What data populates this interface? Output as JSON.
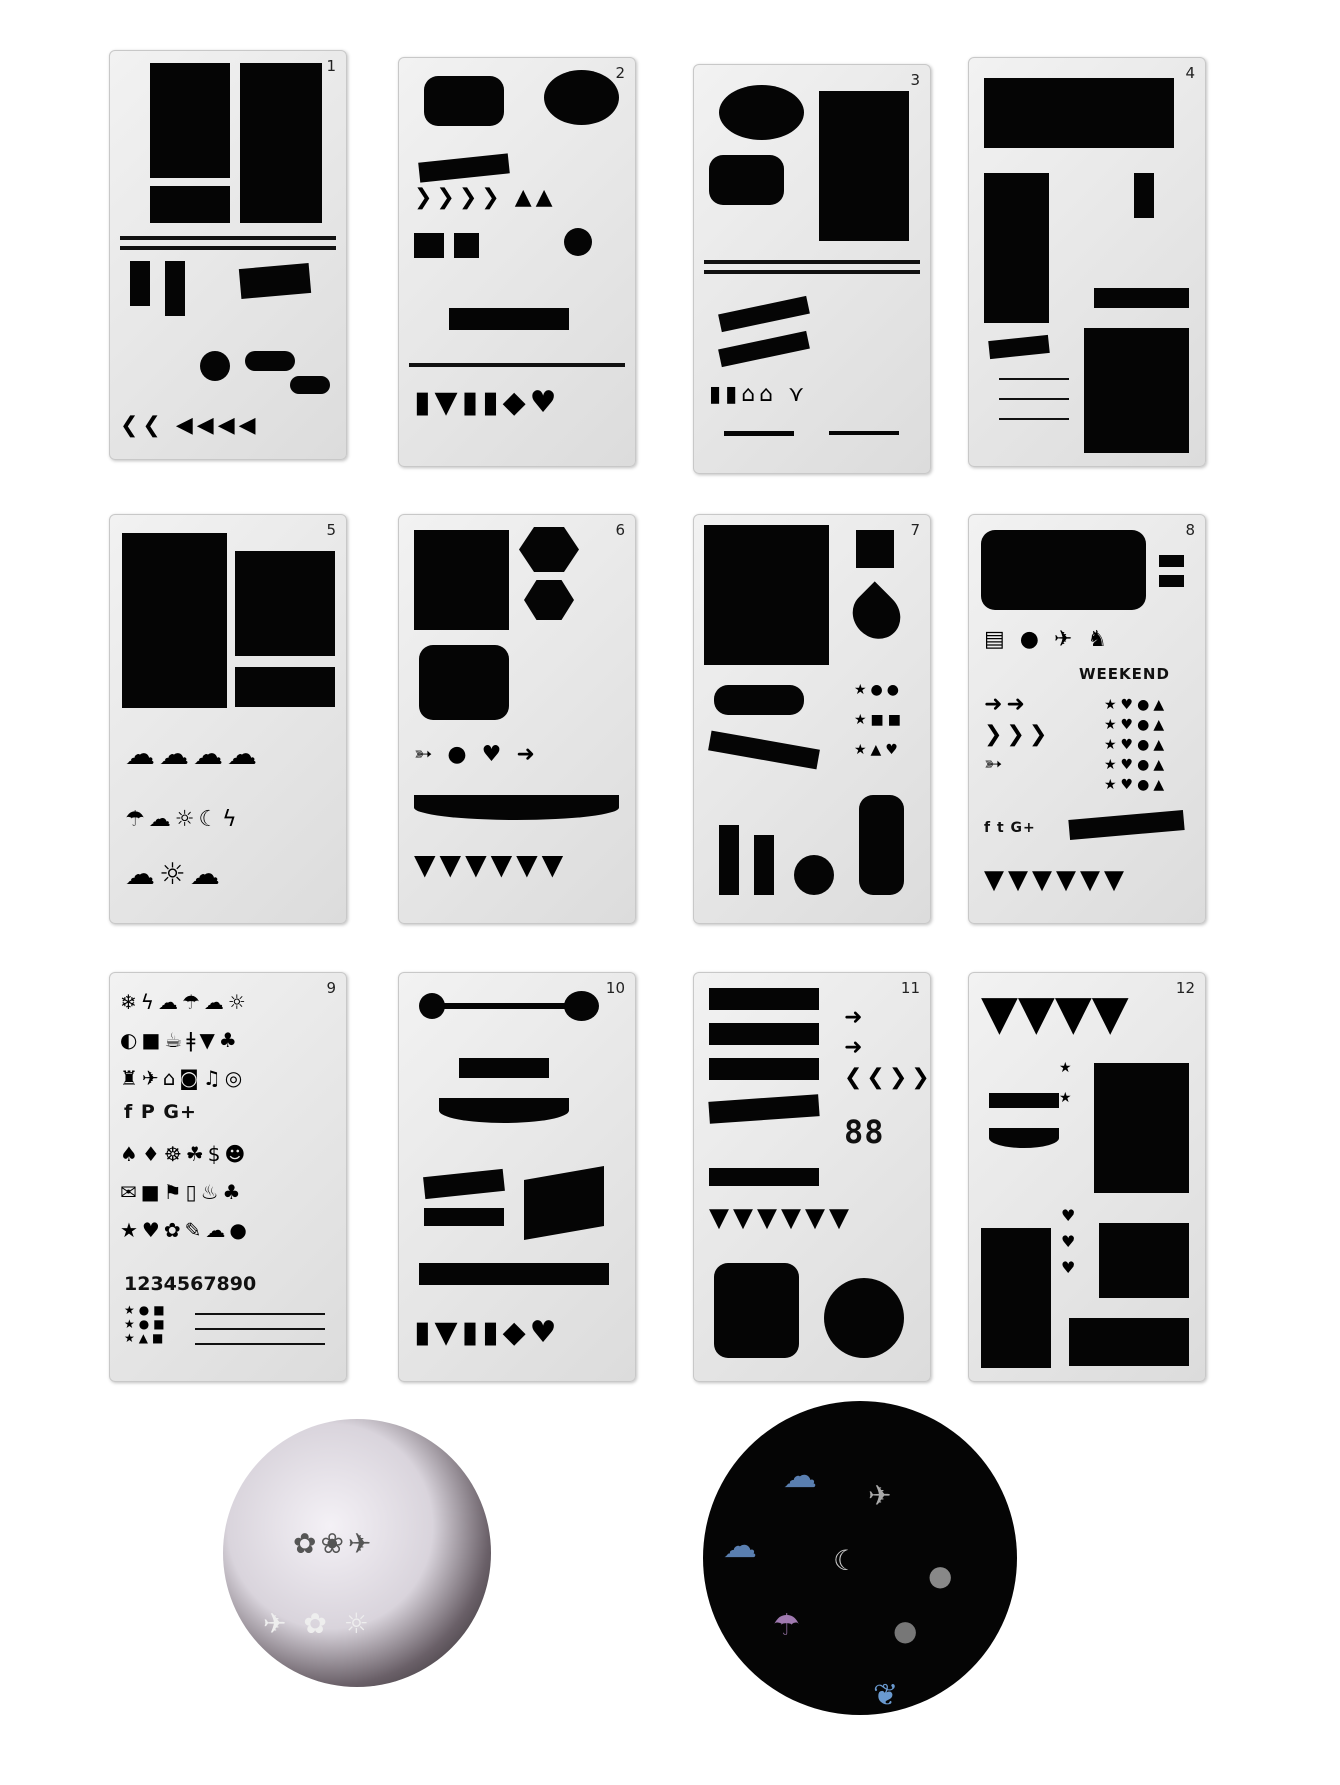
{
  "stencils": [
    {
      "number": "1"
    },
    {
      "number": "2"
    },
    {
      "number": "3"
    },
    {
      "number": "4"
    },
    {
      "number": "5"
    },
    {
      "number": "6"
    },
    {
      "number": "7"
    },
    {
      "number": "8",
      "label": "WEEKEND",
      "social": "f  t  G+"
    },
    {
      "number": "9",
      "digits": "1234567890",
      "social": "f  P  G+"
    },
    {
      "number": "10"
    },
    {
      "number": "11",
      "digits": "88"
    },
    {
      "number": "12"
    }
  ],
  "photos": [
    {
      "description_icon": "stencil-in-hand-photo"
    },
    {
      "description_icon": "painted-stencil-shapes-photo"
    }
  ]
}
